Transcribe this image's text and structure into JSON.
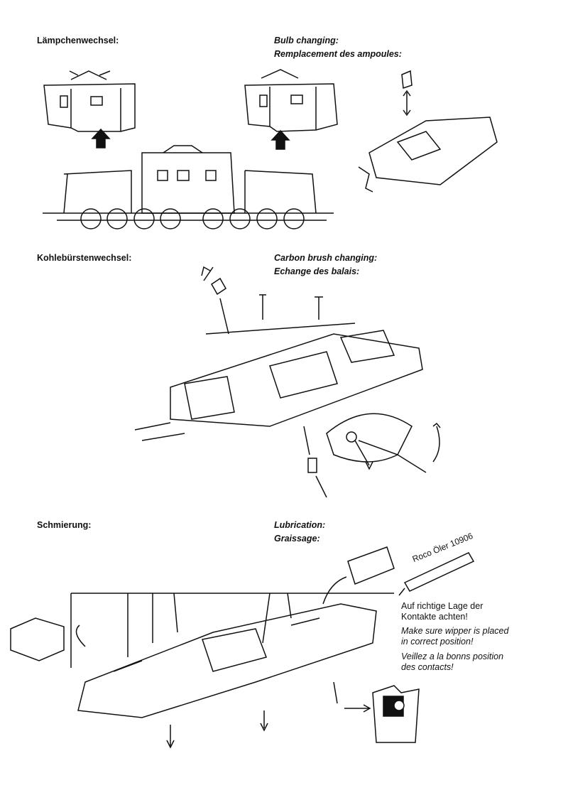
{
  "sections": [
    {
      "de": "Lämpchenwechsel:",
      "en": "Bulb changing:",
      "fr": "Remplacement des ampoules:"
    },
    {
      "de": "Kohlebürstenwechsel:",
      "en": "Carbon brush changing:",
      "fr": "Echange des balais:"
    },
    {
      "de": "Schmierung:",
      "en": "Lubrication:",
      "fr": "Graissage:"
    }
  ],
  "oiler_label": "Roco Öler 10906",
  "note": {
    "de_1": "Auf richtige Lage der",
    "de_2": "Kontakte achten!",
    "en_1": "Make sure wipper is placed",
    "en_2": "in correct position!",
    "fr_1": "Veillez a la bonns position",
    "fr_2": "des contacts!"
  }
}
